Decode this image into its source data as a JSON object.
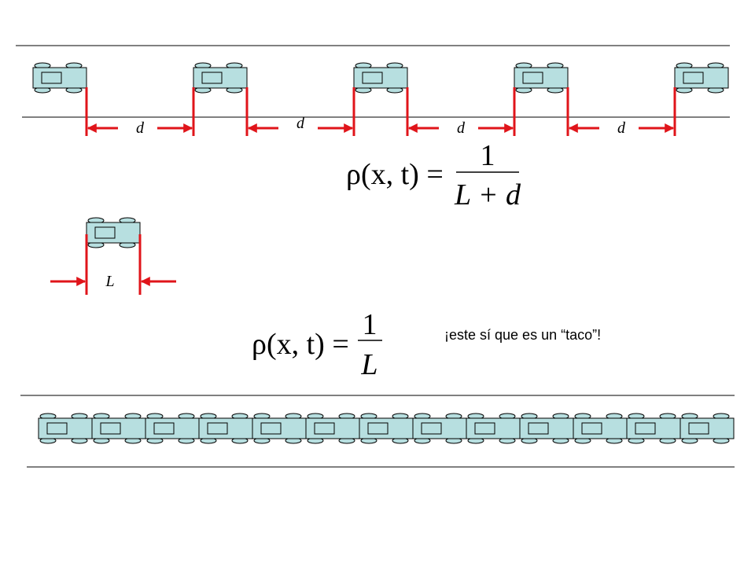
{
  "colors": {
    "car_body": "#b7dfe0",
    "car_outline": "#000000",
    "marker": "#e0141a",
    "road": "#000000",
    "background": "#ffffff"
  },
  "gap_label": "d",
  "length_label": "L",
  "spaced_cars_count": 5,
  "jam_cars_count": 13,
  "formula_spaced": {
    "lhs": "ρ(x, t) =",
    "numerator": "1",
    "denominator": "L + d"
  },
  "formula_jam": {
    "lhs": "ρ(x, t) =",
    "numerator": "1",
    "denominator": "L"
  },
  "caption": "¡este sí que es un “taco”!"
}
